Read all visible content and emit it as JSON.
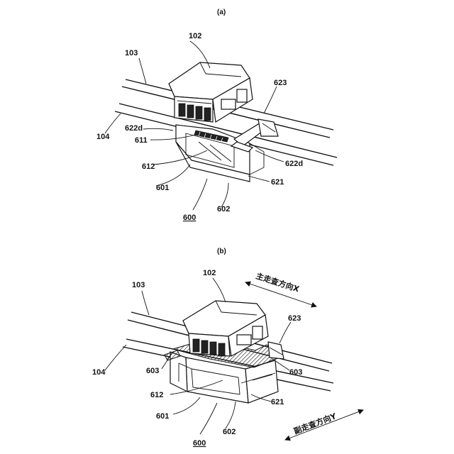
{
  "panels": [
    {
      "caption": "(a)",
      "labels": {
        "l102": "102",
        "l103": "103",
        "l104": "104",
        "l623": "623",
        "l622d_left": "622d",
        "l611": "611",
        "l612": "612",
        "l622d_right": "622d",
        "l601": "601",
        "l621": "621",
        "l602": "602",
        "l600": "600"
      }
    },
    {
      "caption": "(b)",
      "labels": {
        "l102": "102",
        "l103": "103",
        "l104": "104",
        "l623": "623",
        "l603_left": "603",
        "l603_right": "603",
        "l612": "612",
        "l601": "601",
        "l621": "621",
        "l602": "602",
        "l600": "600"
      },
      "main_scan_direction": "主走査方向X",
      "sub_scan_direction": "副走査方向Y"
    }
  ]
}
